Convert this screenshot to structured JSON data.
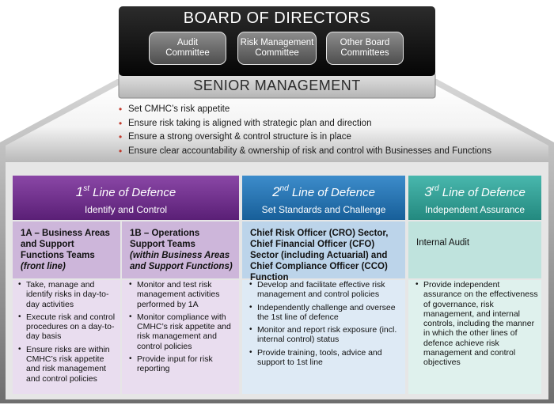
{
  "colors": {
    "board_bg": "#111111",
    "senior_bg": "#c9c9c9",
    "roof_gray": "#7b7b7b",
    "first_line": "#6a2a86",
    "first_line_light": "#cdb6da",
    "first_line_pale": "#e9ddef",
    "second_line": "#1f6fae",
    "second_line_light": "#bcd4ea",
    "second_line_pale": "#deeaf5",
    "third_line": "#2f9e96",
    "third_line_light": "#bfe3dd",
    "third_line_pale": "#dff1ed",
    "bullet_red": "#c0392b"
  },
  "board": {
    "title": "BOARD OF DIRECTORS",
    "committees": [
      {
        "label_line1": "Audit",
        "label_line2": "Committee"
      },
      {
        "label_line1": "Risk Management",
        "label_line2": "Committee"
      },
      {
        "label_line1": "Other Board",
        "label_line2": "Committees"
      }
    ]
  },
  "senior_management": {
    "title": "SENIOR MANAGEMENT",
    "bullets": [
      "Set CMHC’s risk appetite",
      "Ensure risk taking is aligned with strategic plan and direction",
      "Ensure a strong oversight & control structure is in place",
      "Ensure clear accountability & ownership of risk and control with Businesses and Functions"
    ]
  },
  "lines": [
    {
      "ordinal": "1",
      "suffix": "st",
      "title": "Line of Defence",
      "subtitle": "Identify and Control",
      "teams": [
        {
          "name": "1A – Business Areas and Support Functions Teams",
          "qualifier": "(front line)",
          "activities": [
            "Take, manage and identify risks in day-to-day activities",
            "Execute risk and control procedures on a day-to-day basis",
            "Ensure risks are within CMHC’s risk appetite and risk management and control policies"
          ]
        },
        {
          "name": "1B – Operations Support Teams",
          "qualifier": "(within Business Areas and Support Functions)",
          "activities": [
            "Monitor and test risk management activities performed by 1A",
            "Monitor compliance with CMHC’s risk appetite and risk management and control policies",
            "Provide input for risk reporting"
          ]
        }
      ]
    },
    {
      "ordinal": "2",
      "suffix": "nd",
      "title": "Line of Defence",
      "subtitle": "Set Standards and Challenge",
      "teams": [
        {
          "name": "Chief Risk Officer (CRO) Sector, Chief Financial Officer (CFO) Sector (including Actuarial) and Chief Compliance Officer (CCO) Function",
          "activities": [
            "Develop and facilitate effective risk management and control policies",
            "Independently challenge and oversee the 1st line of defence",
            "Monitor and report risk exposure (incl. internal control) status",
            "Provide training, tools, advice and support to 1st line"
          ]
        }
      ]
    },
    {
      "ordinal": "3",
      "suffix": "rd",
      "title": "Line of Defence",
      "subtitle": "Independent Assurance",
      "teams": [
        {
          "name": "Internal Audit",
          "activities": [
            "Provide independent assurance on the effectiveness of governance, risk management, and internal controls, including the manner in which the other lines of defence achieve risk management and control objectives"
          ]
        }
      ]
    }
  ]
}
